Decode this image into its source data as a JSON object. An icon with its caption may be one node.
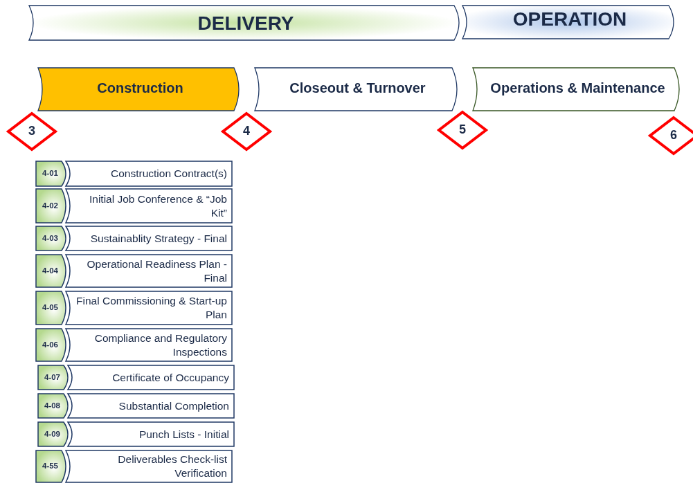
{
  "diagram": {
    "nodes": [
      {
        "text": [
          "DELIVERY"
        ]
      },
      {
        "text": [
          "OPERATION"
        ]
      },
      {
        "text": [
          "Construction"
        ]
      },
      {
        "text": [
          "Closeout & Turnover"
        ]
      },
      {
        "text": [
          "Operations & Maintenance"
        ]
      },
      {
        "text": [
          "3"
        ]
      },
      {
        "text": [
          "4"
        ]
      },
      {
        "text": [
          "5"
        ]
      },
      {
        "text": [
          "6"
        ]
      },
      {
        "text": [
          "4-01",
          "Construction Contract(s)"
        ]
      },
      {
        "text": [
          "4-02",
          "Initial Job Conference & “Job Kit”"
        ]
      },
      {
        "text": [
          "4-03",
          "Sustainablity Strategy - Final"
        ]
      },
      {
        "text": [
          "4-04",
          "Operational Readiness Plan - Final"
        ]
      },
      {
        "text": [
          "4-05",
          "Final Commissioning & Start-up  Plan"
        ]
      },
      {
        "text": [
          "4-06",
          "Compliance and Regulatory Inspections"
        ]
      },
      {
        "text": [
          "4-07",
          "Certificate of Occupancy"
        ]
      },
      {
        "text": [
          "4-08",
          "Substantial Completion"
        ]
      },
      {
        "text": [
          "4-09",
          "Punch Lists - Initial"
        ]
      },
      {
        "text": [
          "4-55",
          "Deliverables Check-list Verification"
        ]
      }
    ]
  }
}
